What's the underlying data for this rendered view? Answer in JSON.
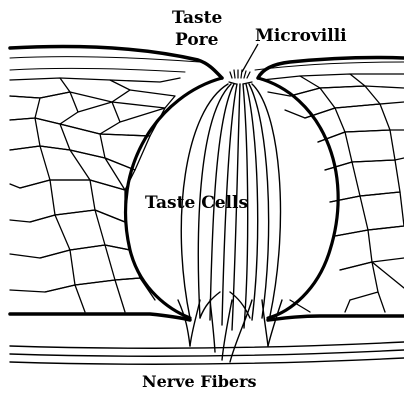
{
  "labels": {
    "taste_pore_line1": "Taste",
    "taste_pore_line2": "Pore",
    "microvilli": "Microvilli",
    "taste_cells": "Taste Cells",
    "nerve_fibers": "Nerve Fibers"
  },
  "colors": {
    "ink": "#000000",
    "background": "#ffffff"
  }
}
